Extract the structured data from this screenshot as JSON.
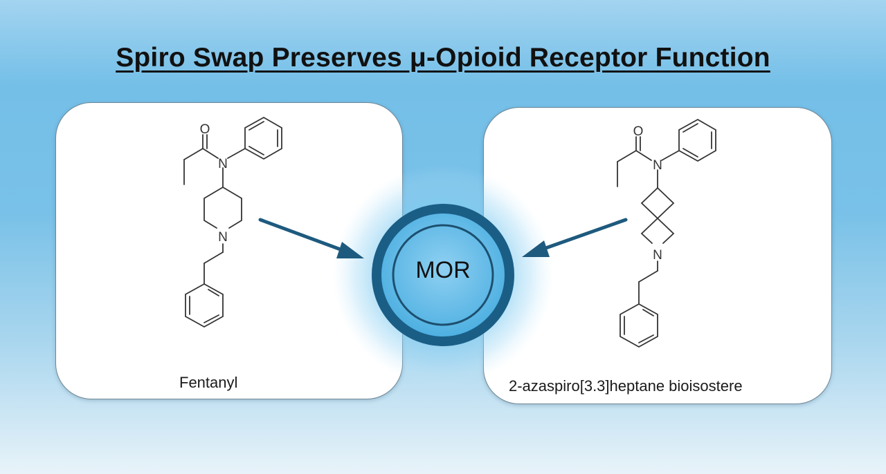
{
  "title": "Spiro Swap Preserves μ-Opioid Receptor Function",
  "left_panel": {
    "caption": "Fentanyl",
    "atoms": {
      "oxygen": "O",
      "amide_nitrogen": "N",
      "ring_nitrogen": "N"
    }
  },
  "right_panel": {
    "caption": "2-azaspiro[3.3]heptane bioisostere",
    "atoms": {
      "oxygen": "O",
      "amide_nitrogen": "N",
      "ring_nitrogen": "N"
    }
  },
  "receptor": {
    "label": "MOR"
  },
  "colors": {
    "accent": "#1a5e86",
    "glow": "#5fb8e6",
    "background_top": "#a3d4f0",
    "background_bottom": "#e8f3f9"
  }
}
